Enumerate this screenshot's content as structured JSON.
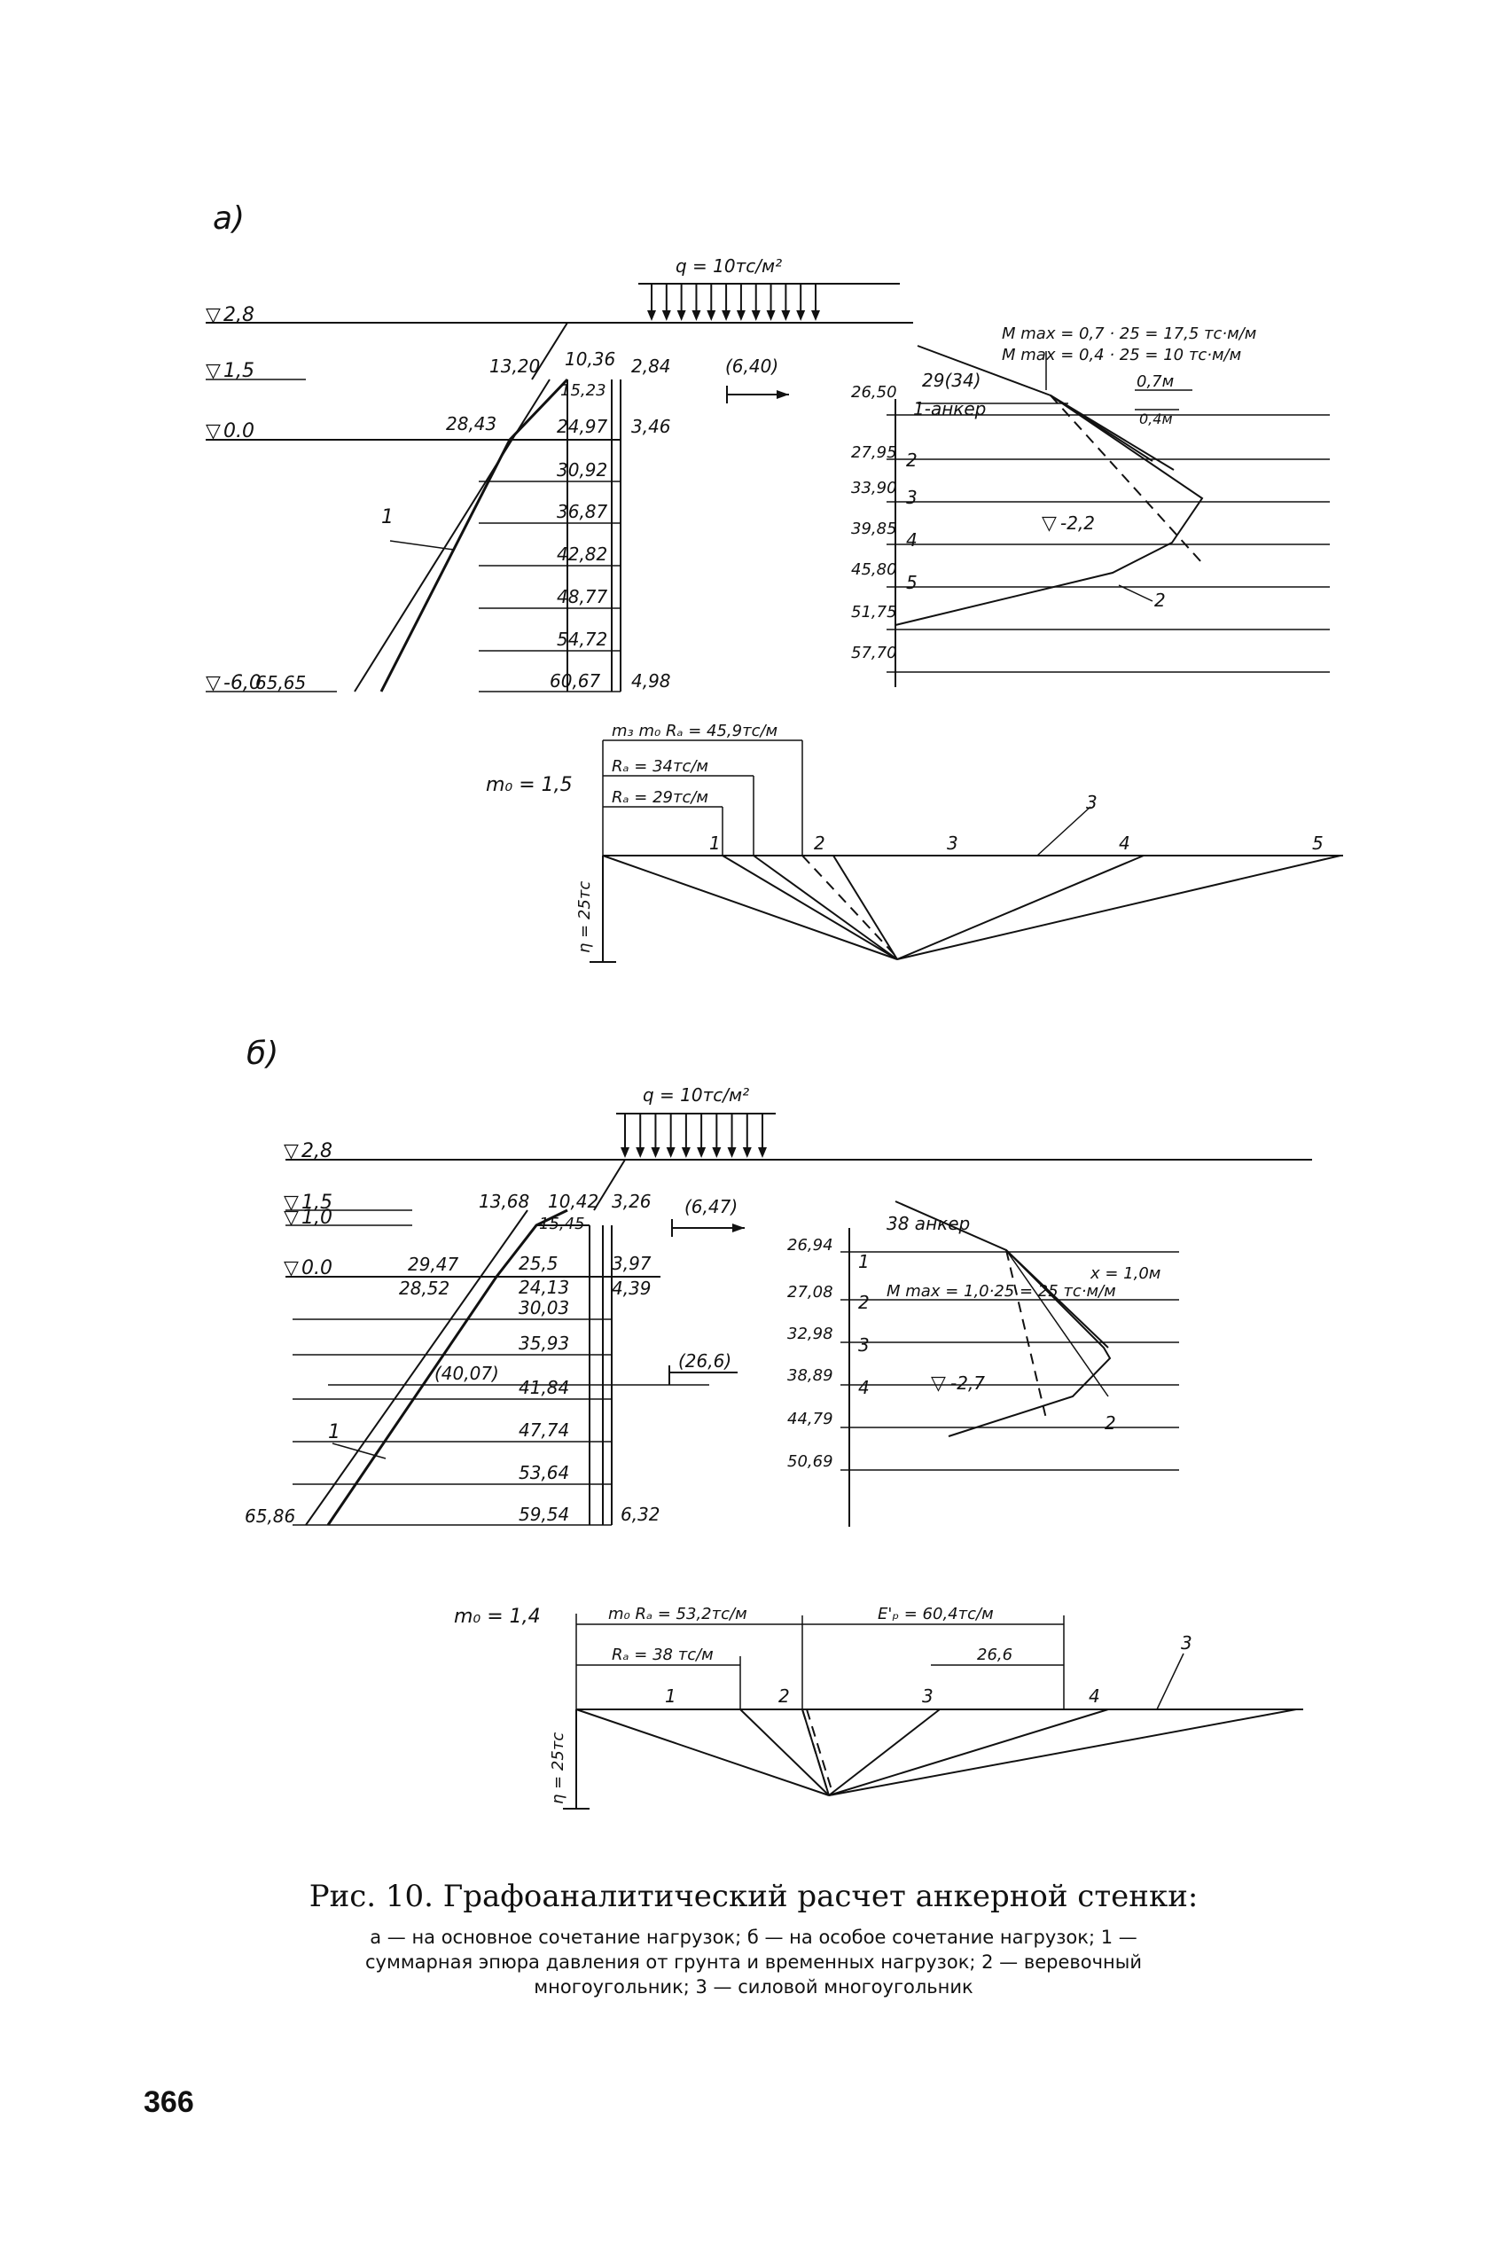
{
  "a": {
    "panel_label": "а)",
    "load": "q = 10тс/м²",
    "elevations": [
      "2,8",
      "1,5",
      "0.0",
      "-6,0"
    ],
    "outer_values": [
      "13,20",
      "10,36",
      "28,43",
      "65,65"
    ],
    "wall_values": [
      "15,23",
      "24,97",
      "30,92",
      "36,87",
      "42,82",
      "48,77",
      "54,72",
      "60,67"
    ],
    "right_values": [
      "2,84",
      "3,46",
      "4,98"
    ],
    "resultant": "(6,40)",
    "curve_label": "1",
    "moment1": "M max = 0,7 · 25 = 17,5 тс·м/м",
    "moment2": "M max = 0,4 · 25 = 10 тс·м/м",
    "offset1": "0,7м",
    "offset2": "0,4м",
    "anchor_top": "29(34)",
    "anchor": "1-анкер",
    "left_values": [
      "26,50",
      "27,95",
      "33,90",
      "39,85",
      "45,80",
      "51,75",
      "57,70"
    ],
    "strip_numbers": [
      "2",
      "3",
      "4",
      "5"
    ],
    "level": "-2,2",
    "polygon_label": "2",
    "force_1": "m₃ m₀ Rₐ = 45,9тс/м",
    "force_2": "Rₐ = 34тс/м",
    "force_3": "Rₐ = 29тс/м",
    "mg": "m₀ = 1,5",
    "pole": "η = 25тс",
    "ray_labels": [
      "1",
      "2",
      "3",
      "4",
      "5"
    ],
    "force_polygon_label": "3"
  },
  "b": {
    "panel_label": "б)",
    "load": "q = 10тс/м²",
    "elevations": [
      "2,8",
      "1,5",
      "1,0",
      "0.0"
    ],
    "outer_values": [
      "13,68",
      "10,42",
      "29,47",
      "28,52",
      "(40,07)",
      "65,86"
    ],
    "wall_values": [
      "15,45",
      "25,5",
      "24,13",
      "30,03",
      "35,93",
      "41,84",
      "47,74",
      "53,64",
      "59,54"
    ],
    "right_values": [
      "3,26",
      "3,97",
      "4,39",
      "6,32"
    ],
    "resultant1": "(6,47)",
    "resultant2": "(26,6)",
    "curve_label": "1",
    "anchor": "38 анкер",
    "offset": "x = 1,0м",
    "moment": "M max = 1,0·25 = 25 тс·м/м",
    "left_values": [
      "26,94",
      "27,08",
      "32,98",
      "38,89",
      "44,79",
      "50,69"
    ],
    "strip_numbers": [
      "1",
      "2",
      "3",
      "4"
    ],
    "level": "-2,7",
    "polygon_label": "2",
    "force_1": "m₀ Rₐ = 53,2тс/м",
    "force_2": "Rₐ = 38 тс/м",
    "force_3": "E'ₚ = 60,4тс/м",
    "force_4": "26,6",
    "mg": "m₀ = 1,4",
    "pole": "η = 25тс",
    "ray_labels": [
      "1",
      "2",
      "3",
      "4"
    ],
    "force_polygon_label": "3"
  },
  "caption": {
    "title": "Рис. 10. Графоаналитический расчет анкерной стенки:",
    "line1": "а — на основное сочетание нагрузок; б — на особое сочетание нагрузок; 1 —",
    "line2": "суммарная эпюра давления от грунта и временных нагрузок; 2 — веревочный",
    "line3": "многоугольник; 3 — силовой многоугольник"
  },
  "page_number": "366"
}
